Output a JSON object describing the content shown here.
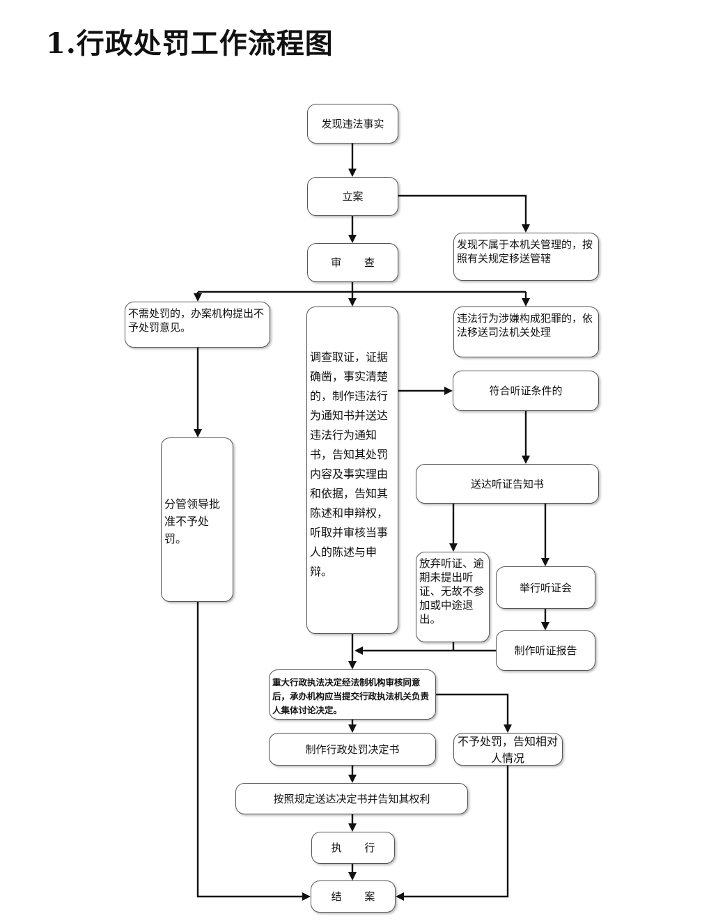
{
  "title": "1.行政处罚工作流程图",
  "nodes": {
    "discover": "发现违法事实",
    "file_case": "立案",
    "review": "审 查",
    "transfer_jurisdiction": "发现不属于本机关管理的，按照有关规定移送管辖",
    "no_penalty_needed": "不需处罚的，办案机构提出不予处罚意见。",
    "investigate": "调查取证，证据确凿，事实清楚的，制作违法行为通知书并送达违法行为通知书，告知其处罚内容及事实理由和依据，告知其陈述和申辩权，听取并审核当事人的陈述与申辩。",
    "transfer_judicial": "违法行为涉嫌构成犯罪的，依法移送司法机关处理",
    "hearing_conditions": "符合听证条件的",
    "hearing_notice": "送达听证告知书",
    "leader_approve": "分管领导批准不予处罚。",
    "give_up_hearing": "放弃听证、逾期未提出听证、无故不参加或中途退出。",
    "hold_hearing": "举行听证会",
    "hearing_report": "制作听证报告",
    "major_decision": "重大行政执法决定经法制机构审核同意后，承办机构应当提交行政执法机关负责人集体讨论决定。",
    "make_decision": "制作行政处罚决定书",
    "not_punish_notify": "不予处罚，告知相对人情况",
    "deliver_decision": "按照规定送达决定书并告知其权利",
    "execute": "执 行",
    "close_case": "结 案"
  }
}
